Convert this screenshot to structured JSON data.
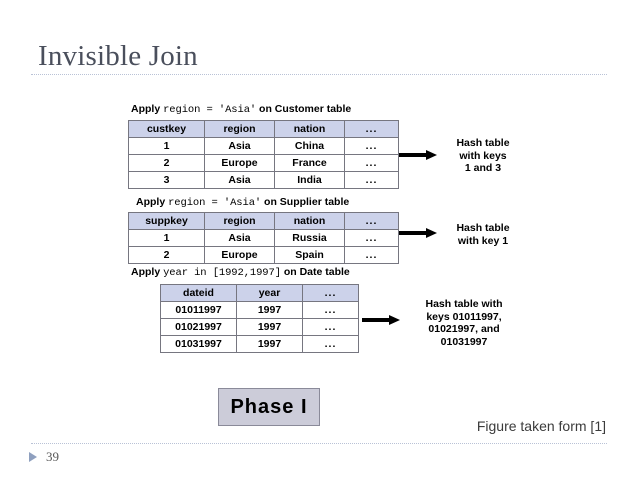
{
  "slide": {
    "title": "Invisible Join",
    "page_number": "39",
    "figure_credit": "Figure taken form [1]",
    "phase_label": "Phase I"
  },
  "figure": {
    "tables": [
      {
        "id": "customer",
        "label_prefix": "Apply ",
        "label_code": "region = 'Asia'",
        "label_suffix": " on Customer table",
        "columns": [
          "custkey",
          "region",
          "nation",
          "..."
        ],
        "rows": [
          [
            "1",
            "Asia",
            "China",
            "..."
          ],
          [
            "2",
            "Europe",
            "France",
            "..."
          ],
          [
            "3",
            "Asia",
            "India",
            "..."
          ]
        ],
        "annotation": "Hash table\nwith keys\n1 and 3"
      },
      {
        "id": "supplier",
        "label_prefix": "Apply ",
        "label_code": "region = 'Asia'",
        "label_suffix": " on Supplier table",
        "columns": [
          "suppkey",
          "region",
          "nation",
          "..."
        ],
        "rows": [
          [
            "1",
            "Asia",
            "Russia",
            "..."
          ],
          [
            "2",
            "Europe",
            "Spain",
            "..."
          ]
        ],
        "annotation": "Hash table\nwith key 1"
      },
      {
        "id": "date",
        "label_prefix": "Apply ",
        "label_code": "year in [1992,1997]",
        "label_suffix": " on Date table",
        "columns": [
          "dateid",
          "year",
          "..."
        ],
        "rows": [
          [
            "01011997",
            "1997",
            "..."
          ],
          [
            "01021997",
            "1997",
            "..."
          ],
          [
            "01031997",
            "1997",
            "..."
          ]
        ],
        "annotation": "Hash table with\nkeys 01011997,\n01021997, and\n01031997"
      }
    ]
  },
  "colors": {
    "table_header_fill": "#ccd2ea",
    "table_border": "#767680",
    "phase_box_fill": "#ccccd9",
    "phase_box_border": "#8a8a99",
    "title_text": "#4a4f5c",
    "rule": "#b9c2d6",
    "bullet": "#8fa0bf"
  }
}
